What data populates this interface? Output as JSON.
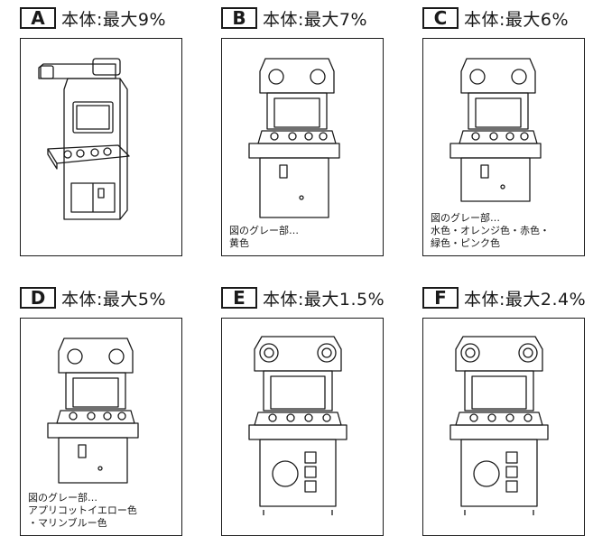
{
  "panels": [
    {
      "letter": "A",
      "caption": "本体:最大9%",
      "notes": []
    },
    {
      "letter": "B",
      "caption": "本体:最大7%",
      "notes": [
        "図のグレー部…",
        "黄色"
      ]
    },
    {
      "letter": "C",
      "caption": "本体:最大6%",
      "notes": [
        "図のグレー部…",
        "水色・オレンジ色・赤色・",
        "緑色・ピンク色"
      ]
    },
    {
      "letter": "D",
      "caption": "本体:最大5%",
      "notes": [
        "図のグレー部…",
        "アプリコットイエロー色",
        "・マリンブルー色"
      ]
    },
    {
      "letter": "E",
      "caption": "本体:最大1.5%",
      "notes": []
    },
    {
      "letter": "F",
      "caption": "本体:最大2.4%",
      "notes": []
    }
  ]
}
